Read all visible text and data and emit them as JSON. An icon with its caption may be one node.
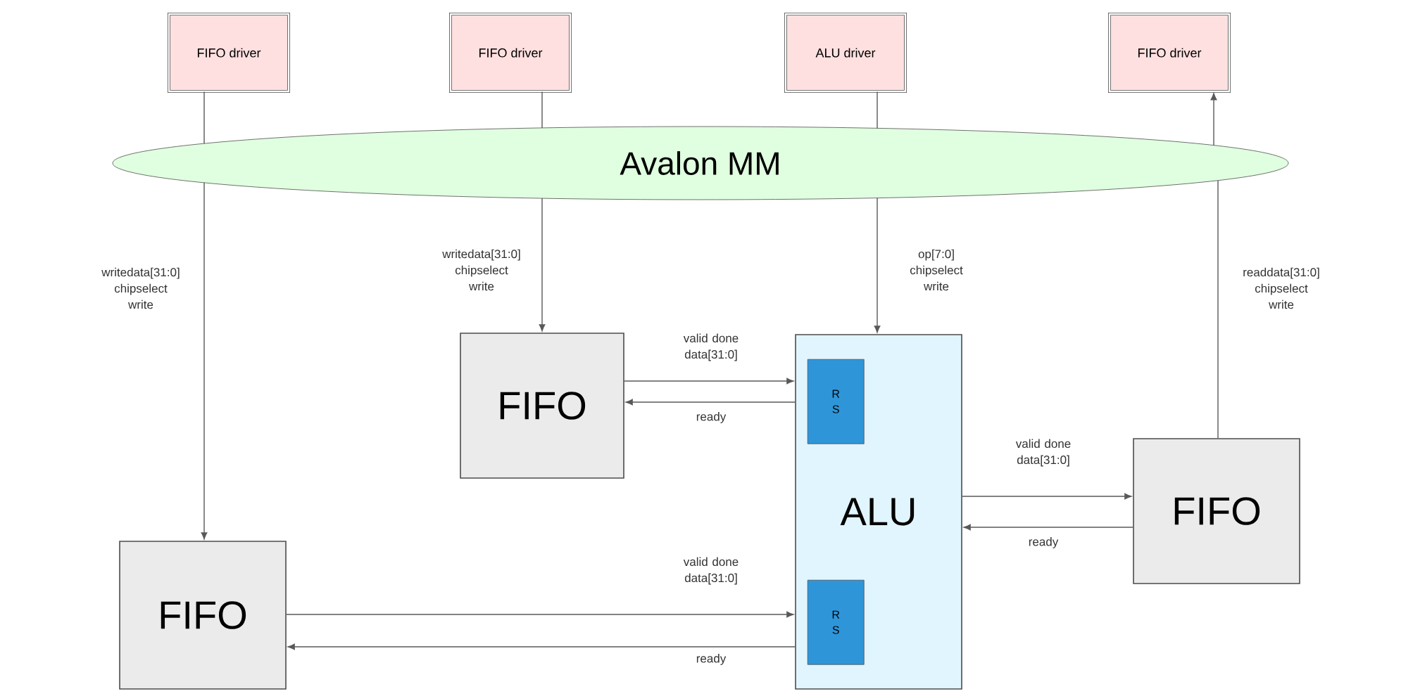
{
  "diagram": {
    "nodes": [
      {
        "text": [
          "FIFO driver"
        ]
      },
      {
        "text": [
          "FIFO driver"
        ]
      },
      {
        "text": [
          "ALU driver"
        ]
      },
      {
        "text": [
          "FIFO driver"
        ]
      },
      {
        "text": [
          "Avalon MM"
        ]
      },
      {
        "text": [
          "FIFO"
        ]
      },
      {
        "text": [
          "ALU"
        ]
      },
      {
        "text": [
          "R S"
        ],
        "in": 6
      },
      {
        "text": [
          "R S"
        ],
        "in": 6
      },
      {
        "text": [
          "FIFO"
        ]
      },
      {
        "text": [
          "FIFO"
        ]
      }
    ],
    "edges": [
      {
        "from": 0,
        "to": 4,
        "arrow": "none"
      },
      {
        "from": 1,
        "to": 4,
        "arrow": "none"
      },
      {
        "from": 2,
        "to": 4,
        "arrow": "none"
      },
      {
        "from": 4,
        "to": 3,
        "arrow": "to"
      },
      {
        "from": 4,
        "to": 10,
        "arrow": "to",
        "label": "writedata[31:0] chipselect write"
      },
      {
        "from": 4,
        "to": 5,
        "arrow": "to",
        "label": "writedata[31:0] chipselect write"
      },
      {
        "from": 4,
        "to": 6,
        "arrow": "to",
        "label": "op[7:0] chipselect write"
      },
      {
        "from": 9,
        "to": 4,
        "arrow": "none",
        "label": "readdata[31:0] chipselect write"
      },
      {
        "from": 5,
        "to": 6,
        "arrow": "to",
        "label": "valid done data[31:0]"
      },
      {
        "from": 6,
        "to": 5,
        "arrow": "to",
        "label": "ready"
      },
      {
        "from": 6,
        "to": 9,
        "arrow": "to",
        "label": "valid done data[31:0]"
      },
      {
        "from": 9,
        "to": 6,
        "arrow": "to",
        "label": "ready"
      },
      {
        "from": 10,
        "to": 6,
        "arrow": "to",
        "label": "valid done data[31:0]"
      },
      {
        "from": 6,
        "to": 10,
        "arrow": "to",
        "label": "ready"
      }
    ]
  }
}
